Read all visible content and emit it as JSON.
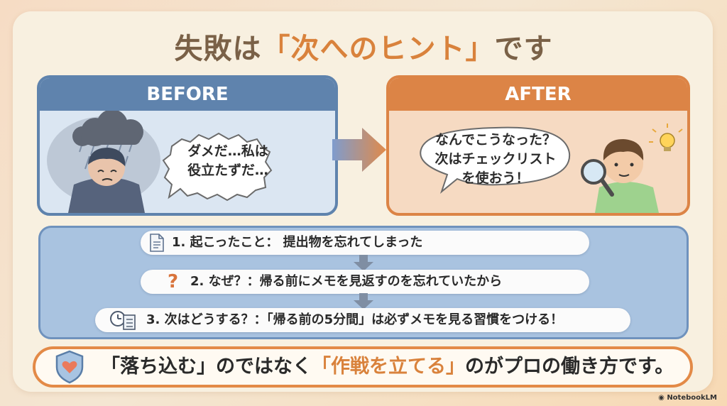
{
  "title": {
    "pre": "失敗は",
    "highlight": "「次へのヒント」",
    "post": "です"
  },
  "before": {
    "header": "BEFORE",
    "speech": "ダメだ…私は\n役立たずだ…"
  },
  "after": {
    "header": "AFTER",
    "speech": "なんでこうなった？\n次はチェックリスト\nを使おう！"
  },
  "steps": [
    {
      "icon": "document-icon",
      "label": "1. 起こったこと： 提出物を忘れてしまった"
    },
    {
      "icon": "question-icon",
      "label": "2. なぜ？：帰る前にメモを見返すのを忘れていたから"
    },
    {
      "icon": "clock-checklist-icon",
      "label": "3. 次はどうする？：「帰る前の5分間」は必ずメモを見る習慣をつける！"
    }
  ],
  "banner": {
    "part1": "「落ち込む」",
    "part2": "のではなく",
    "highlight": "「作戦を立てる」",
    "part3": "のがプロの働き方です。"
  },
  "credit": "NotebookLM",
  "colors": {
    "before": "#5f83ad",
    "after": "#dc8446",
    "accent": "#d9823c",
    "title": "#7a6147"
  }
}
